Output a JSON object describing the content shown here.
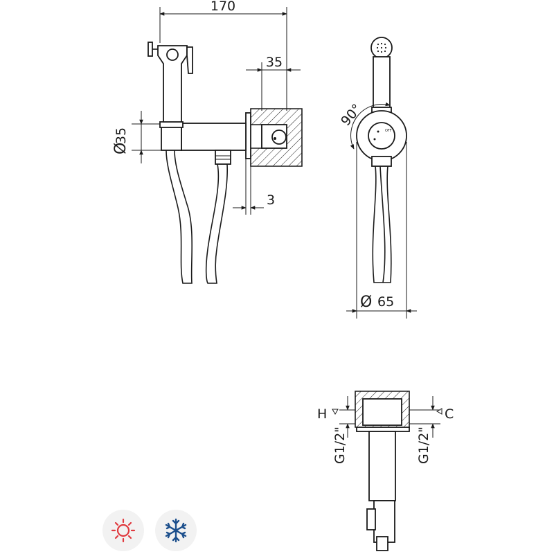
{
  "dimensions": {
    "overall_length": "170",
    "wall_depth": "35",
    "handset_diameter": "35",
    "rotation_angle": "90°",
    "flange_gap": "3",
    "flange_diameter": "65",
    "h_label": "H",
    "c_label": "C",
    "thread_left": "G1/2\"",
    "thread_right": "G1/2\""
  },
  "icons": {
    "hot_water": "sun-icon",
    "cold_water": "snowflake-icon",
    "hot_color": "#e0393e",
    "cold_color": "#1c4f8c"
  }
}
